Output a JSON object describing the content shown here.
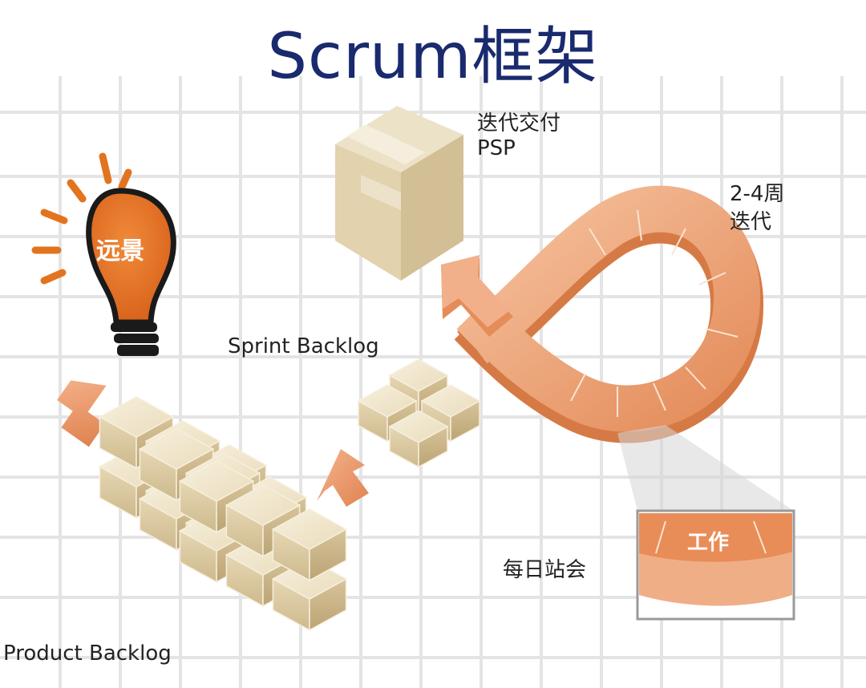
{
  "title": "Scrum框架",
  "vision": "远景",
  "product_backlog": "Product Backlog",
  "sprint_backlog": "Sprint Backlog",
  "delivery": {
    "line1": "迭代交付",
    "line2": "PSP"
  },
  "iteration": {
    "line1": "2-4周",
    "line2": "迭代"
  },
  "daily_standup": "每日站会",
  "work": "工作",
  "colors": {
    "title": "#1a2a6e",
    "orange": "#e88a4a",
    "peach": "#f2b08a",
    "cube": "#e8dcc0",
    "grid": "#e2e2e2"
  }
}
